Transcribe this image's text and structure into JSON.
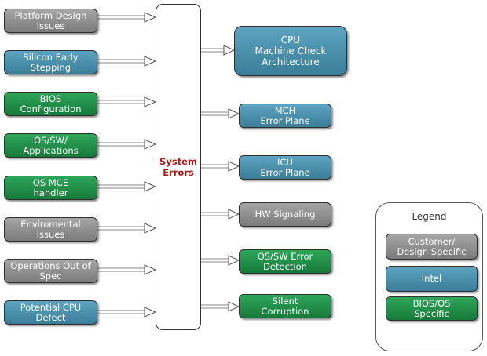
{
  "colors": {
    "gray": "#8f8f8f",
    "blue": "#4a90ad",
    "green": "#1f8f48",
    "center_text": "#b01a1a"
  },
  "center": {
    "label": "System\nErrors"
  },
  "causes": [
    {
      "label": "Platform Design\nIssues",
      "category": "gray"
    },
    {
      "label": "Silicon Early\nStepping",
      "category": "blue"
    },
    {
      "label": "BIOS\nConfiguration",
      "category": "green"
    },
    {
      "label": "OS/SW/\nApplications",
      "category": "green"
    },
    {
      "label": "OS MCE\nhandler",
      "category": "green"
    },
    {
      "label": "Enviromental\nIssues",
      "category": "gray"
    },
    {
      "label": "Operations Out of\nSpec",
      "category": "gray"
    },
    {
      "label": "Potential CPU\nDefect",
      "category": "blue"
    }
  ],
  "outcomes": [
    {
      "label": "CPU\nMachine Check\nArchitecture",
      "category": "blue"
    },
    {
      "label": "MCH\nError Plane",
      "category": "blue"
    },
    {
      "label": "ICH\nError Plane",
      "category": "blue"
    },
    {
      "label": "HW Signaling",
      "category": "gray"
    },
    {
      "label": "OS/SW Error\nDetection",
      "category": "green"
    },
    {
      "label": "Silent\nCorruption",
      "category": "green"
    }
  ],
  "legend": {
    "title": "Legend",
    "items": [
      {
        "label": "Customer/\nDesign Specific",
        "category": "gray"
      },
      {
        "label": "Intel",
        "category": "blue"
      },
      {
        "label": "BIOS/OS\nSpecific",
        "category": "green"
      }
    ]
  }
}
